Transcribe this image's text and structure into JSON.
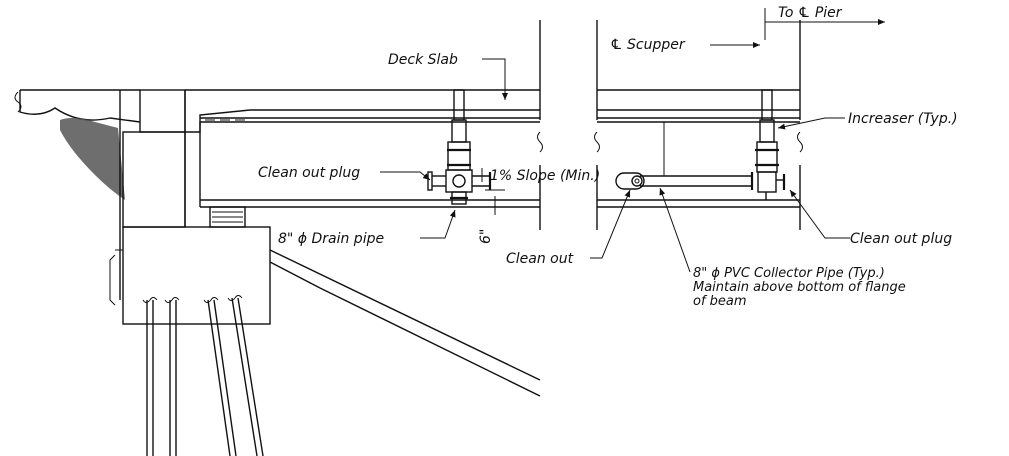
{
  "labels": {
    "deck_slab": "Deck Slab",
    "scupper": "℄ Scupper",
    "pier": "To ℄ Pier",
    "increaser": "Increaser (Typ.)",
    "clean_out_plug_left": "Clean out plug",
    "clean_out_plug_right": "Clean out plug",
    "slope": "1% Slope (Min.)",
    "drain_pipe": "8\" ϕ Drain pipe",
    "six_inch": "6\"",
    "clean_out": "Clean out",
    "collector_line1": "8\" ϕ PVC Collector Pipe (Typ.)",
    "collector_line2": "Maintain above bottom of flange",
    "collector_line3": "of beam"
  }
}
